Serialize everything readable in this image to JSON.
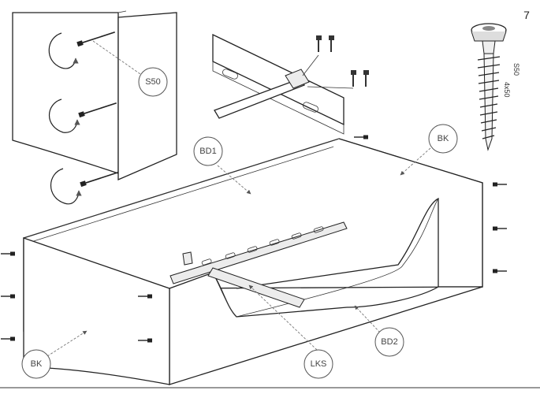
{
  "step_number": "7",
  "labels": {
    "s50": "S50",
    "bd1": "BD1",
    "bd2": "BD2",
    "bk_right": "BK",
    "bk_left": "BK",
    "lks": "LKS"
  },
  "screw_markings": {
    "line1": "S50",
    "line2": "4x50"
  }
}
